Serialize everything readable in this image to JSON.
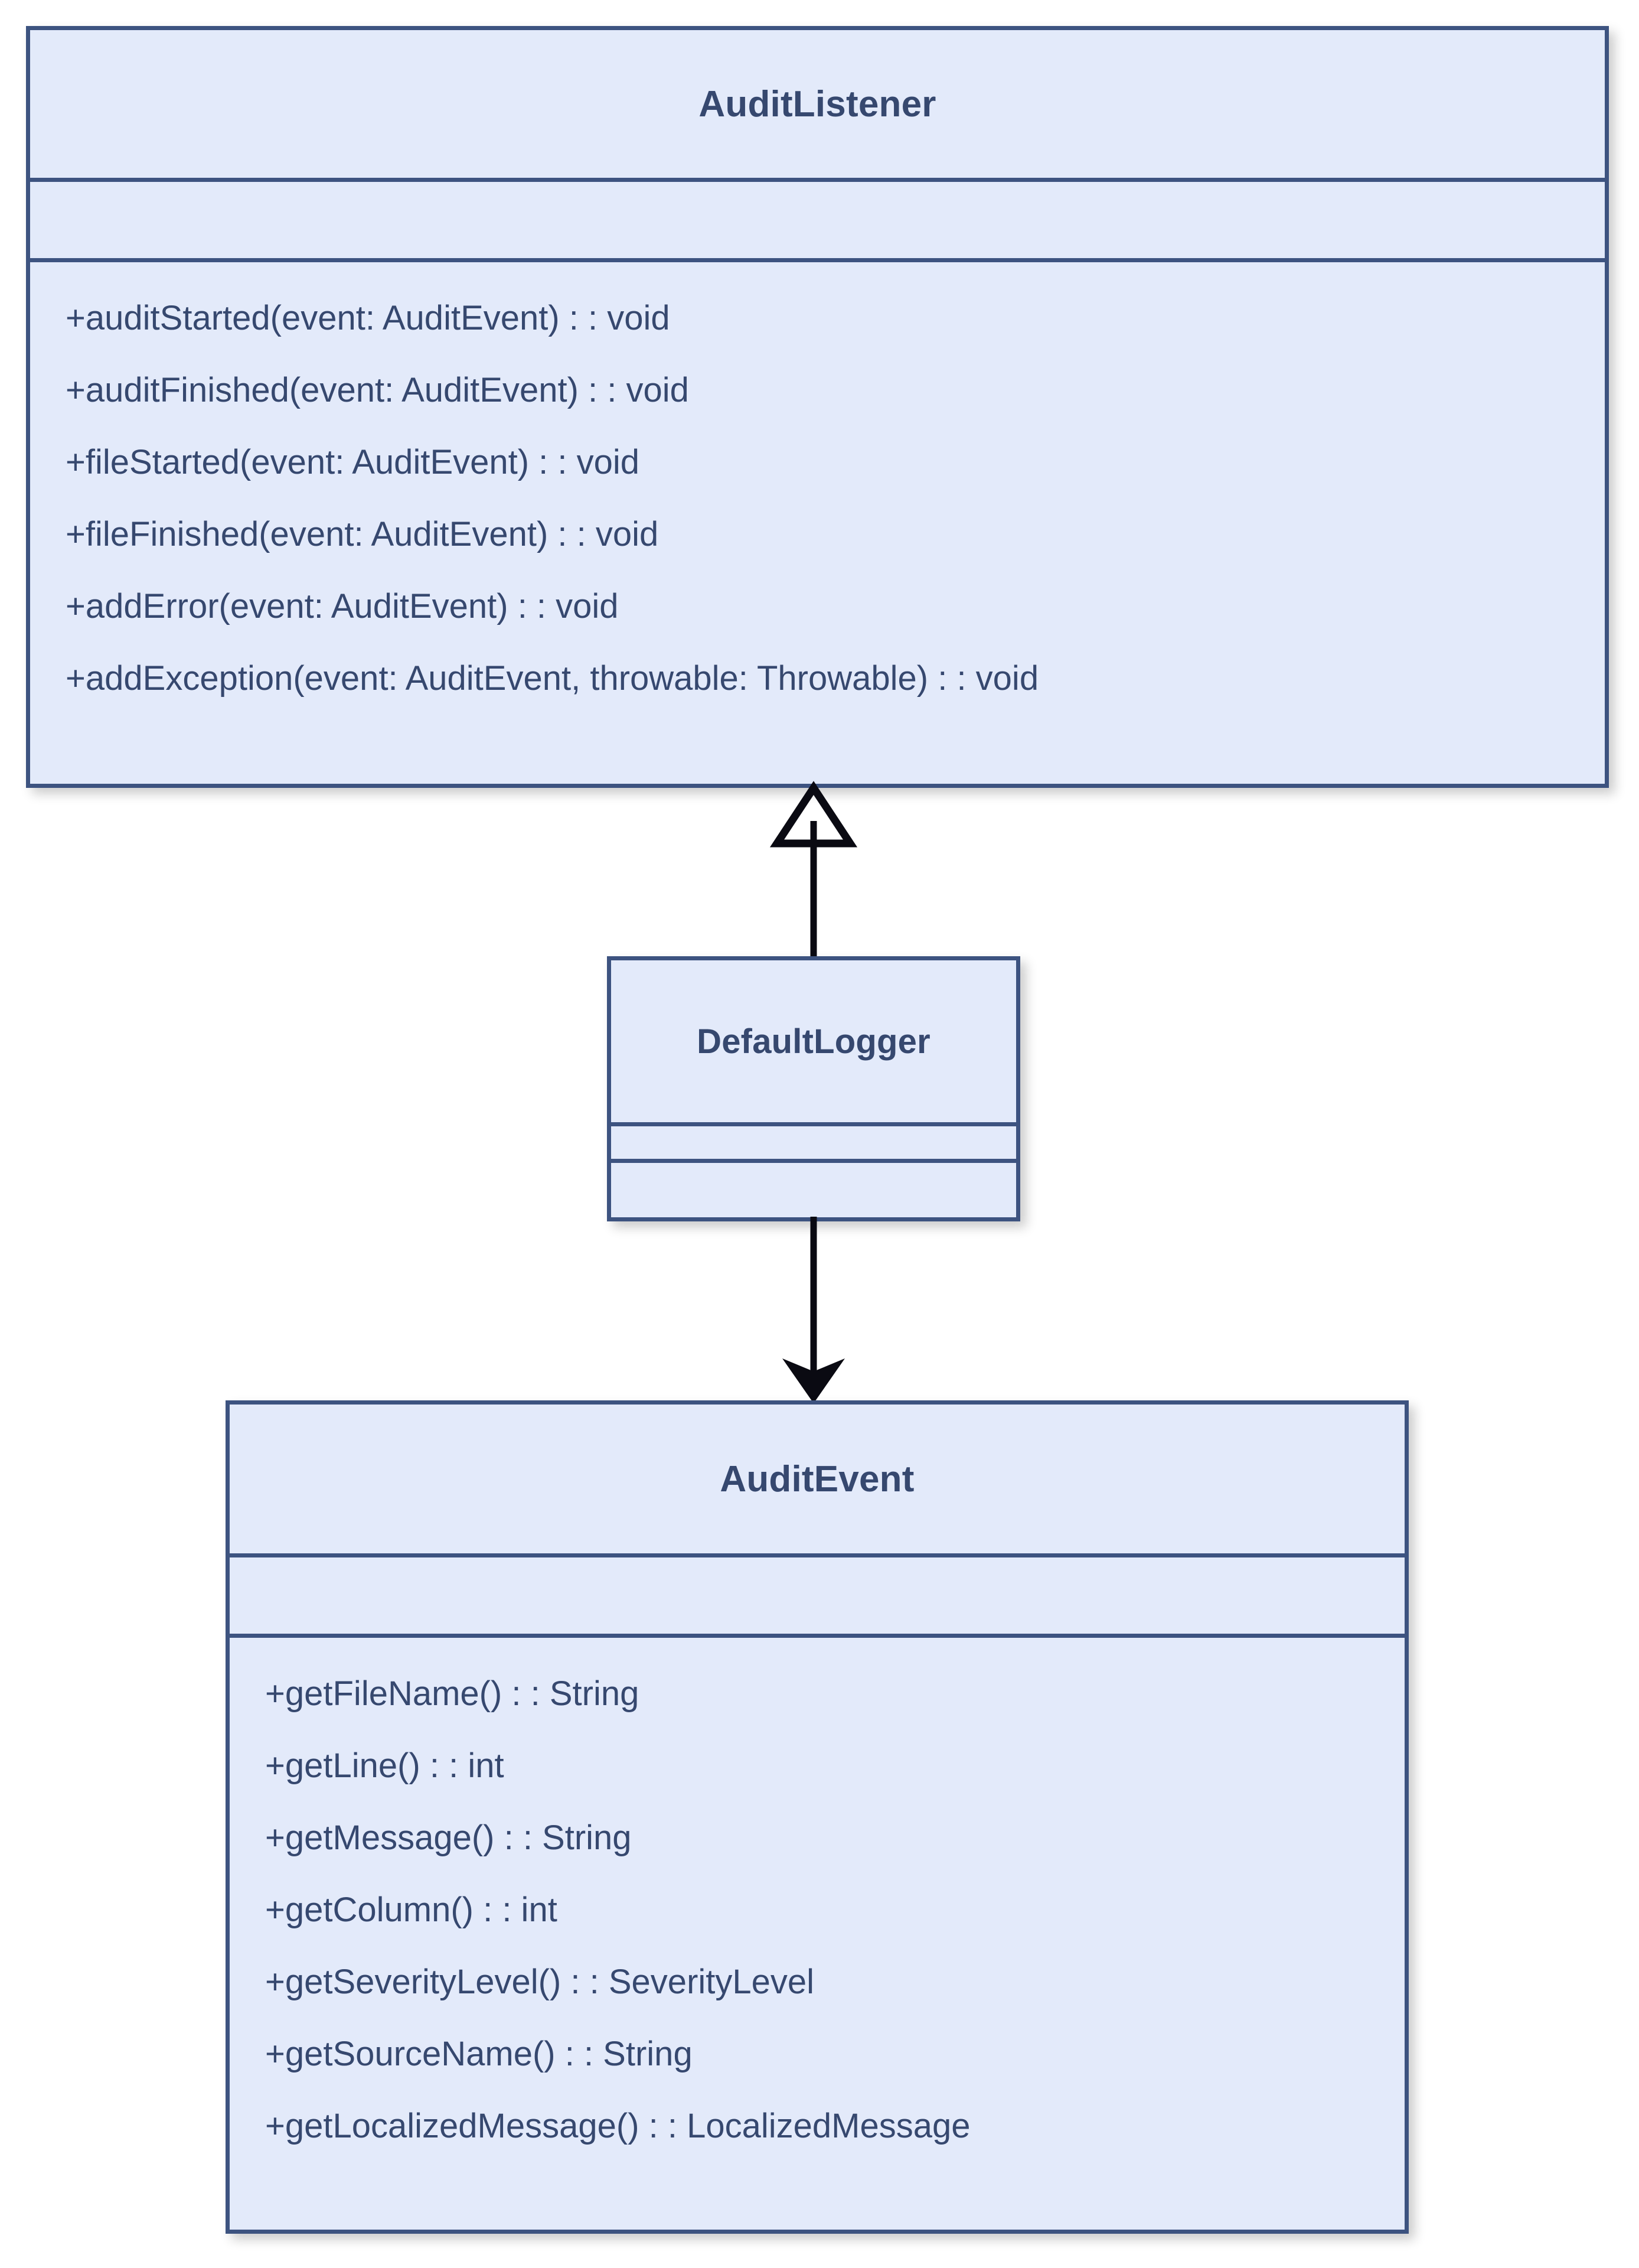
{
  "diagram": {
    "type": "uml-class-diagram",
    "colors": {
      "fill": "#e3eafa",
      "border": "#3d5380",
      "text": "#36486f",
      "connector": "#000000",
      "background": "#ffffff"
    },
    "classes": [
      {
        "id": "audit-listener",
        "name": "AuditListener",
        "attributes": [],
        "methods": [
          "+auditStarted(event: AuditEvent) : : void",
          "+auditFinished(event: AuditEvent) : : void",
          "+fileStarted(event: AuditEvent) : : void",
          "+fileFinished(event: AuditEvent) : : void",
          "+addError(event: AuditEvent) : : void",
          "+addException(event: AuditEvent, throwable: Throwable) : : void"
        ]
      },
      {
        "id": "default-logger",
        "name": "DefaultLogger",
        "attributes": [],
        "methods": []
      },
      {
        "id": "audit-event",
        "name": "AuditEvent",
        "attributes": [],
        "methods": [
          "+getFileName() : : String",
          "+getLine() : : int",
          "+getMessage() : : String",
          "+getColumn() : : int",
          "+getSeverityLevel() : : SeverityLevel",
          "+getSourceName() : : String",
          "+getLocalizedMessage() : : LocalizedMessage"
        ]
      }
    ],
    "relations": [
      {
        "id": "inheritance",
        "kind": "generalization",
        "arrowhead": "hollow-triangle",
        "from": "DefaultLogger",
        "to": "AuditListener",
        "direction": "up"
      },
      {
        "id": "association",
        "kind": "association",
        "arrowhead": "solid-arrow",
        "from": "DefaultLogger",
        "to": "AuditEvent",
        "direction": "down"
      }
    ]
  }
}
